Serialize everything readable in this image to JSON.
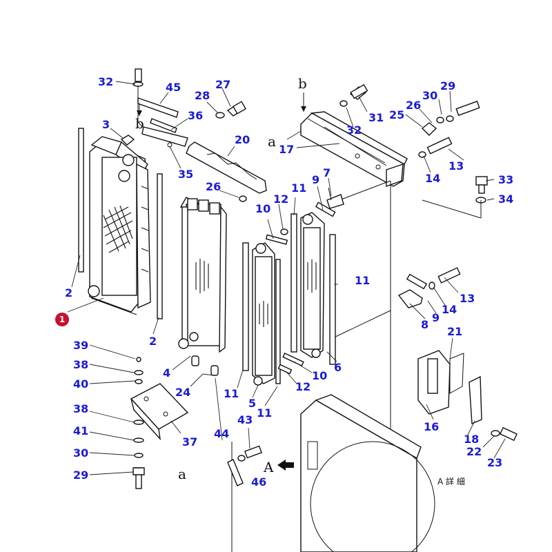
{
  "diagram": {
    "highlight_callout": "1",
    "view_letters": {
      "b_left": "b",
      "b_right": "b",
      "a_arrow": "a",
      "a_bottom": "a",
      "A_view": "A"
    },
    "view_note": "A 詳 細",
    "part_numbers": {
      "p32a": "32",
      "p45": "45",
      "p27a": "27",
      "p28": "28",
      "p36": "36",
      "p3": "3",
      "p20": "20",
      "p35": "35",
      "p26a": "26",
      "p2a": "2",
      "p2b": "2",
      "p1": "1",
      "p39": "39",
      "p38a": "38",
      "p40": "40",
      "p38b": "38",
      "p41": "41",
      "p30a": "30",
      "p29a": "29",
      "p37": "37",
      "p24": "24",
      "p4": "4",
      "p44": "44",
      "p43": "43",
      "p46": "46",
      "p10a": "10",
      "p12a": "12",
      "p11a": "11",
      "p9a": "9",
      "p7": "7",
      "p11b": "11",
      "p11c": "11",
      "p11d": "11",
      "p5": "5",
      "p10b": "10",
      "p12b": "12",
      "p6": "6",
      "p17": "17",
      "p31": "31",
      "p32b": "32",
      "p30b": "30",
      "p29b": "29",
      "p26b": "26",
      "p25": "25",
      "p13a": "13",
      "p14a": "14",
      "p33": "33",
      "p34": "34",
      "p13b": "13",
      "p14b": "14",
      "p9b": "9",
      "p8": "8",
      "p21": "21",
      "p16": "16",
      "p18": "18",
      "p22": "22",
      "p23": "23"
    }
  }
}
